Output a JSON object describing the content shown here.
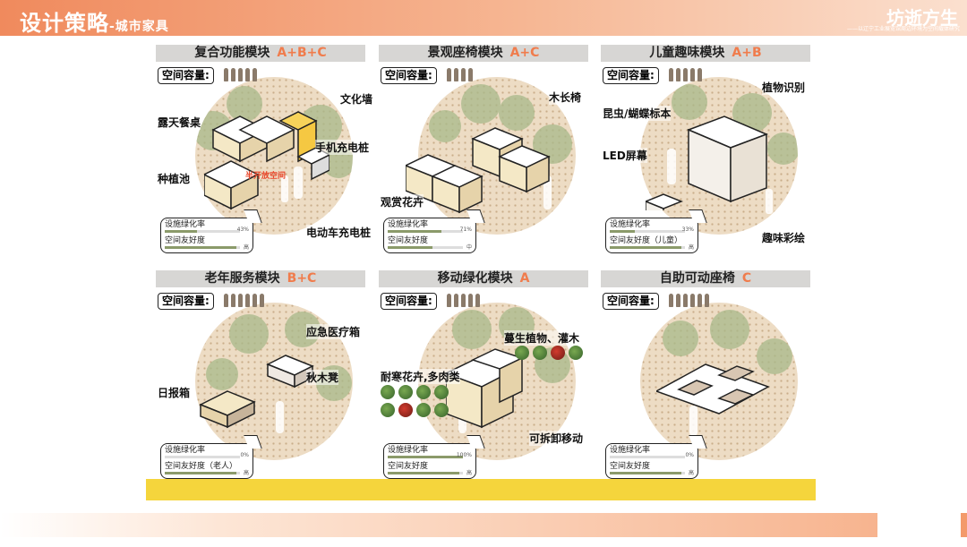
{
  "header": {
    "title": "设计策略",
    "subtitle": "-城市家具",
    "brand": "坊逝方生",
    "brand_sub": "——以辽宁工业展览馆周边环境为空间载体研究"
  },
  "capacity_label": "空间容量:",
  "panels": [
    {
      "title": "复合功能模块",
      "code": "A+B+C",
      "labels": [
        "文化墙",
        "露天餐桌",
        "手机充电桩",
        "种植池",
        "半开放空间",
        "电动车充电桩"
      ],
      "rate_label": "设施绿化率",
      "rate_value": "43%",
      "rate": 0.43,
      "friendly_label": "空间友好度",
      "friendly_value": "高",
      "friendly": 0.95
    },
    {
      "title": "景观座椅模块",
      "code": "A+C",
      "labels": [
        "木长椅",
        "观赏花卉"
      ],
      "rate_label": "设施绿化率",
      "rate_value": "71%",
      "rate": 0.71,
      "friendly_label": "空间友好度",
      "friendly_value": "中",
      "friendly": 0.6
    },
    {
      "title": "儿童趣味模块",
      "code": "A+B",
      "labels": [
        "植物识别",
        "昆虫/蝴蝶标本",
        "LED屏幕",
        "趣味彩绘"
      ],
      "rate_label": "设施绿化率",
      "rate_value": "33%",
      "rate": 0.33,
      "friendly_label": "空间友好度（儿童）",
      "friendly_value": "高",
      "friendly": 0.95
    },
    {
      "title": "老年服务模块",
      "code": "B+C",
      "labels": [
        "应急医疗箱",
        "秋木凳",
        "日报箱"
      ],
      "rate_label": "设施绿化率",
      "rate_value": "0%",
      "rate": 0,
      "friendly_label": "空间友好度（老人）",
      "friendly_value": "高",
      "friendly": 0.95
    },
    {
      "title": "移动绿化模块",
      "code": "A",
      "labels": [
        "蔓生植物、灌木",
        "耐寒花卉,多肉类",
        "可拆卸移动"
      ],
      "rate_label": "设施绿化率",
      "rate_value": "100%",
      "rate": 1,
      "friendly_label": "空间友好度",
      "friendly_value": "高",
      "friendly": 0.95
    },
    {
      "title": "自助可动座椅",
      "code": "C",
      "labels": [],
      "rate_label": "设施绿化率",
      "rate_value": "0%",
      "rate": 0,
      "friendly_label": "空间友好度",
      "friendly_value": "高",
      "friendly": 0.95
    }
  ],
  "colors": {
    "accent": "#f07c4c",
    "header_gray": "#d7d6d4",
    "highlight": "#f5d53c",
    "block": "#f4e8c6"
  }
}
